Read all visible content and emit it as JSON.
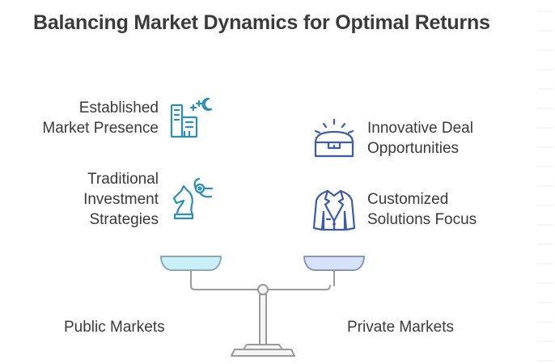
{
  "title": "Balancing Market Dynamics for Optimal Returns",
  "left_items": [
    {
      "lines": [
        "Established",
        "Market Presence"
      ],
      "icon": "buildings-icon"
    },
    {
      "lines": [
        "Traditional",
        "Investment",
        "Strategies"
      ],
      "icon": "chess-knight-icon"
    }
  ],
  "right_items": [
    {
      "lines": [
        "Innovative Deal",
        "Opportunities"
      ],
      "icon": "treasure-chest-icon"
    },
    {
      "lines": [
        "Customized",
        "Solutions Focus"
      ],
      "icon": "suit-jacket-icon"
    }
  ],
  "markets": {
    "left": "Public Markets",
    "right": "Private Markets"
  },
  "colors": {
    "icon_blue": "#2a8fb8",
    "icon_navy": "#3b5cae",
    "pan_left_fill": "#c9f0f8",
    "pan_right_fill": "#d5e2fa",
    "scale_gray": "#9a9a9a"
  }
}
